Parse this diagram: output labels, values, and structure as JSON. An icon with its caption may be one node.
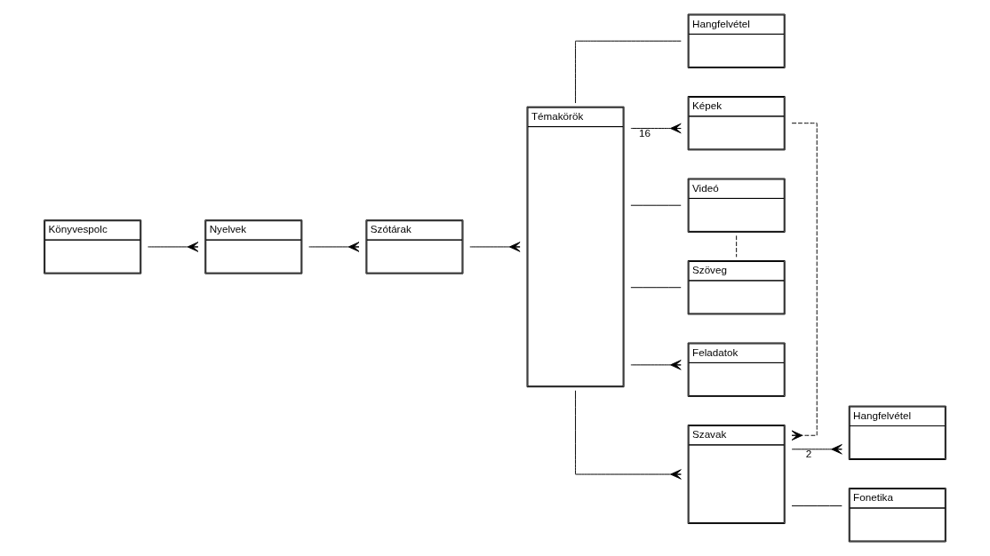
{
  "diagram": {
    "nodes": [
      {
        "text": [
          "Könyvespolc"
        ]
      },
      {
        "text": [
          "Nyelvek"
        ]
      },
      {
        "text": [
          "Szótárak"
        ]
      },
      {
        "text": [
          "Témakörök"
        ]
      },
      {
        "text": [
          "Hangfelvétel"
        ]
      },
      {
        "text": [
          "Képek"
        ]
      },
      {
        "text": [
          "Videó"
        ]
      },
      {
        "text": [
          "Szöveg"
        ]
      },
      {
        "text": [
          "Feladatok"
        ]
      },
      {
        "text": [
          "Szavak"
        ]
      },
      {
        "text": [
          "Hangfelvétel"
        ]
      },
      {
        "text": [
          "Fonetika"
        ]
      }
    ],
    "edges": [
      {
        "from": 0,
        "to": 1,
        "arrow": "other"
      },
      {
        "from": 1,
        "to": 2,
        "arrow": "other"
      },
      {
        "from": 2,
        "to": 3,
        "arrow": "other"
      },
      {
        "from": 3,
        "to": 4,
        "arrow": "none"
      },
      {
        "from": 3,
        "to": 5,
        "arrow": "other",
        "label": "16"
      },
      {
        "from": 3,
        "to": 6,
        "arrow": "none"
      },
      {
        "from": 3,
        "to": 7,
        "arrow": "none"
      },
      {
        "from": 3,
        "to": 8,
        "arrow": "other"
      },
      {
        "from": 3,
        "to": 9,
        "arrow": "other"
      },
      {
        "from": 5,
        "to": 9,
        "arrow": "other",
        "style": "dashed"
      },
      {
        "from": 6,
        "to": 7,
        "arrow": "none",
        "style": "dashed"
      },
      {
        "from": 9,
        "to": 10,
        "arrow": "other",
        "label": "2"
      },
      {
        "from": 9,
        "to": 11,
        "arrow": "none"
      }
    ]
  }
}
